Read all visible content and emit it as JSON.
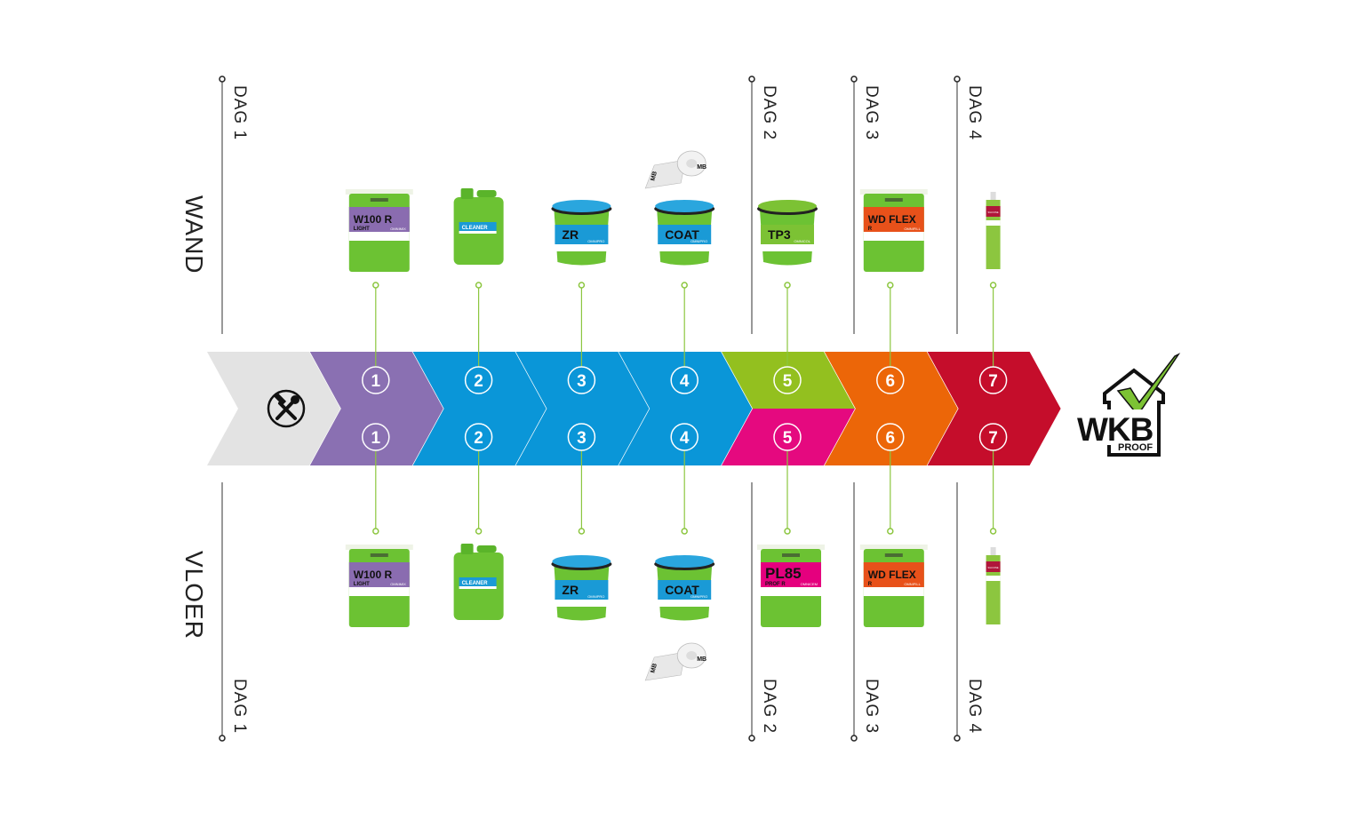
{
  "rows": {
    "wall_label": "WAND",
    "floor_label": "VLOER"
  },
  "days": [
    {
      "label": "DAG 1"
    },
    {
      "label": "DAG 2"
    },
    {
      "label": "DAG 3"
    },
    {
      "label": "DAG 4"
    }
  ],
  "start_icon": "hammer-wrench-icon",
  "steps": [
    {
      "number": "1",
      "top_color": "#8a70b2",
      "bottom_color": "#8a70b2"
    },
    {
      "number": "2",
      "top_color": "#0a96d8",
      "bottom_color": "#0a96d8"
    },
    {
      "number": "3",
      "top_color": "#0a96d8",
      "bottom_color": "#0a96d8"
    },
    {
      "number": "4",
      "top_color": "#0a96d8",
      "bottom_color": "#0a96d8"
    },
    {
      "number": "5",
      "top_color": "#93c01f",
      "bottom_color": "#e5097f"
    },
    {
      "number": "6",
      "top_color": "#ec6608",
      "bottom_color": "#ec6608"
    },
    {
      "number": "7",
      "top_color": "#c50d2b",
      "bottom_color": "#c50d2b"
    }
  ],
  "start_color": "#e3e3e3",
  "connector_color": "#8cc63f",
  "products_wall": [
    {
      "type": "bag",
      "name": "W100 R",
      "sub": "LIGHT",
      "brand": "OMNIMIX",
      "label_color": "#8a6cb0"
    },
    {
      "type": "jerrycan",
      "name": "CLEANER",
      "label_color": "#1a9ad6"
    },
    {
      "type": "bucket",
      "name": "ZR",
      "brand": "OMNIPRO",
      "label_color": "#1a9ad6",
      "lid_color": "#2aa6de"
    },
    {
      "type": "bucket",
      "name": "COAT",
      "brand": "OMNIPRO",
      "label_color": "#1a9ad6",
      "lid_color": "#2aa6de",
      "extra": "MB"
    },
    {
      "type": "bucket",
      "name": "TP3",
      "brand": "OMNICOL",
      "label_color": "#7cc234",
      "lid_color": "#7cc234"
    },
    {
      "type": "bag",
      "name": "WD FLEX",
      "sub": "R",
      "brand": "OMNIFILL",
      "label_color": "#e8511a"
    },
    {
      "type": "cartridge",
      "name": "SILICONE",
      "label_color": "#b0163a"
    }
  ],
  "products_floor": [
    {
      "type": "bag",
      "name": "W100 R",
      "sub": "LIGHT",
      "brand": "OMNIMIX",
      "label_color": "#8a6cb0"
    },
    {
      "type": "jerrycan",
      "name": "CLEANER",
      "label_color": "#1a9ad6"
    },
    {
      "type": "bucket",
      "name": "ZR",
      "brand": "OMNIPRO",
      "label_color": "#1a9ad6",
      "lid_color": "#2aa6de"
    },
    {
      "type": "bucket",
      "name": "COAT",
      "brand": "OMNIPRO",
      "label_color": "#1a9ad6",
      "lid_color": "#2aa6de",
      "extra": "MB"
    },
    {
      "type": "bag",
      "name": "PL85",
      "sub": "PROF R",
      "brand": "OMNICEM",
      "label_color": "#e5007e"
    },
    {
      "type": "bag",
      "name": "WD FLEX",
      "sub": "R",
      "brand": "OMNIFILL",
      "label_color": "#e8511a"
    },
    {
      "type": "cartridge",
      "name": "SILICONE",
      "label_color": "#b0163a"
    }
  ],
  "tape_label": "MB",
  "logo": {
    "main": "WKB",
    "sub": "PROOF",
    "check_color": "#7cc234"
  }
}
